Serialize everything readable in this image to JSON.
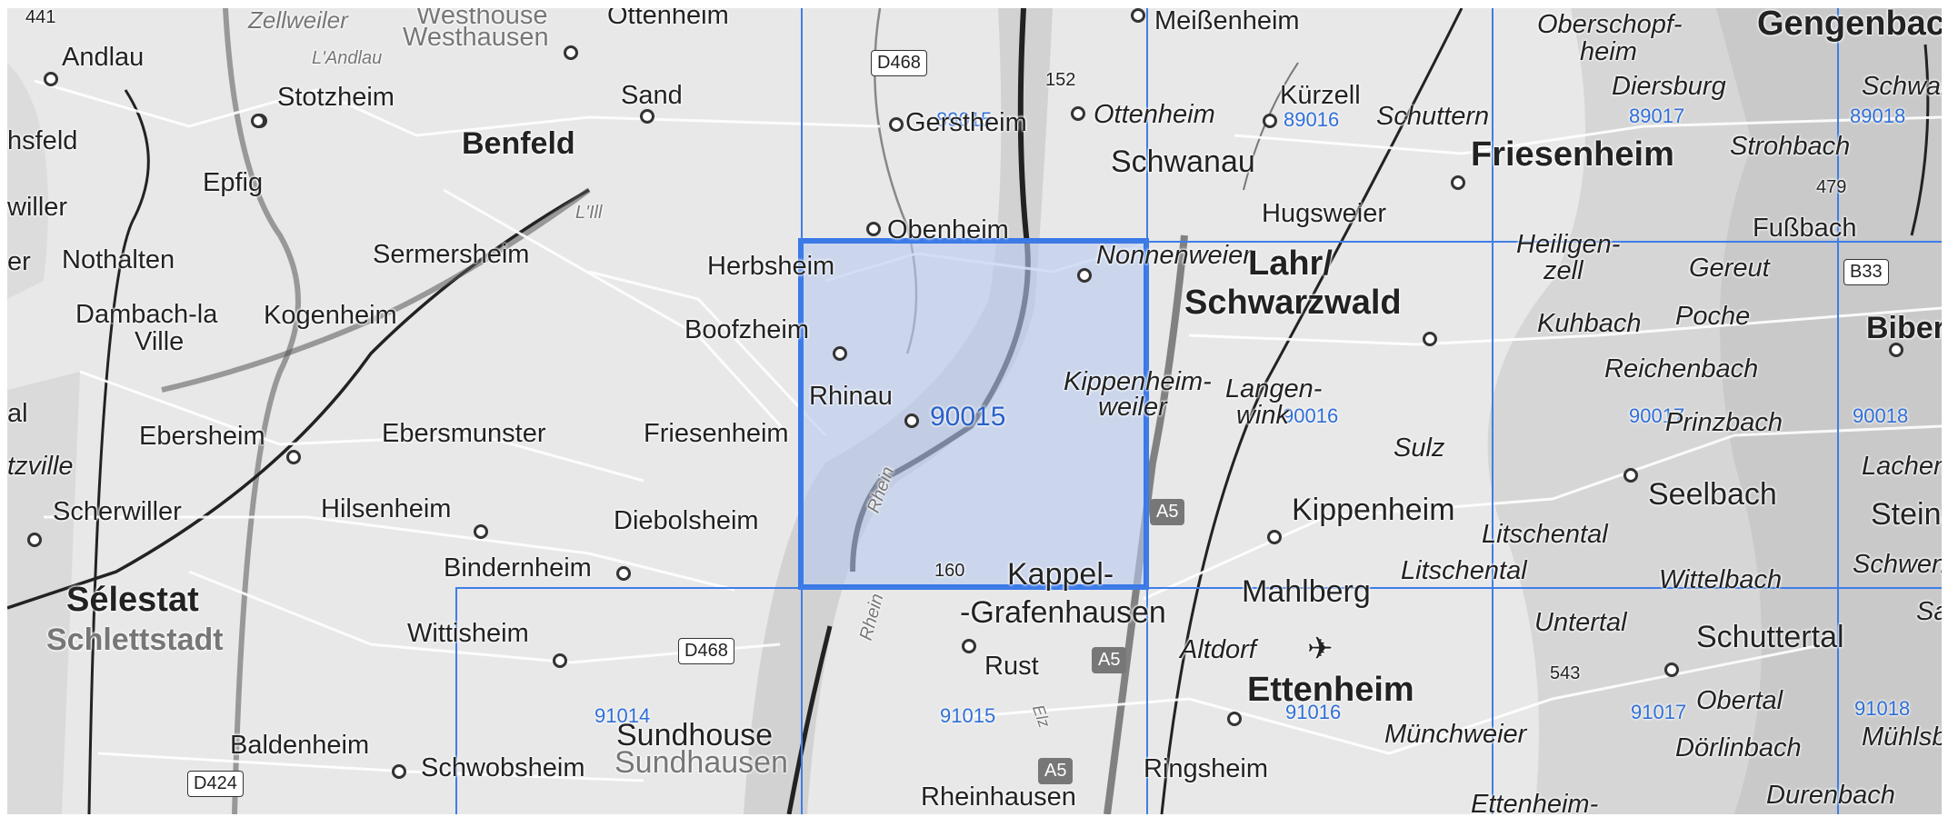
{
  "map": {
    "selected_tile": "90015",
    "colors": {
      "grid": "#3f7de6",
      "selection_fill": "#b7c9f0",
      "selection_border": "#3a78e8",
      "river": "#2b2b2b"
    },
    "grid_labels": {
      "t89015": "89015",
      "t89016": "89016",
      "t89017": "89017",
      "t89018": "89018",
      "t90015": "90015",
      "t90016": "90016",
      "t90017": "90017",
      "t90018": "90018",
      "t91014": "91014",
      "t91015": "91015",
      "t91016": "91016",
      "t91017": "91017",
      "t91018": "91018"
    },
    "roads": {
      "d468a": "D468",
      "d468b": "D468",
      "d424": "D424",
      "a5a": "A5",
      "a5b": "A5",
      "a5c": "A5",
      "b33": "B33"
    },
    "elevations": {
      "e152": "152",
      "e160": "160",
      "e543": "543",
      "e479": "479"
    },
    "places": {
      "p441": "441",
      "zellweiler": "Zellweiler",
      "westhouse": "Westhouse",
      "westhausen": "Westhausen",
      "ottenheim_top": "Ottenheim",
      "meissenheim": "Meißenheim",
      "oberschopf": "Oberschopf-",
      "heim": "heim",
      "gengenbach": "Gengenbac",
      "andlau": "Andlau",
      "landau": "L'Andlau",
      "stotzheim": "Stotzheim",
      "sand": "Sand",
      "gerstheim": "Gerstheim",
      "ottenheim": "Ottenheim",
      "kurzell": "Kürzell",
      "diersburg": "Diersburg",
      "schwaib": "Schwaib",
      "hsfeld": "hsfeld",
      "benfeld": "Benfeld",
      "schwanau": "Schwanau",
      "schuttern": "Schuttern",
      "friesenheim_de": "Friesenheim",
      "strohbach": "Strohbach",
      "epfig": "Epfig",
      "lill": "L'Ill",
      "willer": "willer",
      "hugsweier": "Hugsweier",
      "obenheim": "Obenheim",
      "heiligen": "Heiligen-",
      "zell": "zell",
      "fussbach": "Fußbach",
      "nothalten": "Nothalten",
      "er": "er",
      "sermersheim": "Sermersheim",
      "herbsheim": "Herbsheim",
      "nonnenweier": "Nonnenweier",
      "lahr1": "Lahr/",
      "lahr2": "Schwarzwald",
      "gereut": "Gereut",
      "dambach1": "Dambach-la",
      "dambach2": "Ville",
      "kogenheim": "Kogenheim",
      "boofzheim": "Boofzheim",
      "kuhbach": "Kuhbach",
      "poche": "Poche",
      "biberach": "Biberach",
      "reichenbach": "Reichenbach",
      "rhinau": "Rhinau",
      "kippenheimweiler1": "Kippenheim-",
      "kippenheimweiler2": "weiler",
      "langenwink1": "Langen-",
      "langenwink2": "wink",
      "prinzbach": "Prinzbach",
      "al": "al",
      "ebersheim": "Ebersheim",
      "ebersmunster": "Ebersmunster",
      "friesenheim_fr": "Friesenheim",
      "sulz": "Sulz",
      "lachen": "Lachen",
      "tzville": "tzville",
      "rhein1": "Rhein",
      "seelbach": "Seelbach",
      "scherwiller": "Scherwiller",
      "hilsenheim": "Hilsenheim",
      "diebolsheim": "Diebolsheim",
      "kippenheim": "Kippenheim",
      "steinac": "Steinac",
      "litschental1": "Litschental",
      "schwende": "Schwende",
      "bindernheim": "Bindernheim",
      "kappel": "Kappel-",
      "litschental2": "Litschental",
      "wittelbach": "Wittelbach",
      "mahlberg": "Mahlberg",
      "selestat": "Sélestat",
      "schlettstadt": "Schlettstadt",
      "grafenhausen": "-Grafenhausen",
      "untertal": "Untertal",
      "sa": "Sa",
      "wittisheim": "Wittisheim",
      "altdorf": "Altdorf",
      "schuttertal": "Schuttertal",
      "rust": "Rust",
      "rhein2": "Rhein",
      "ettenheim": "Ettenheim",
      "obertal": "Obertal",
      "sundhouse": "Sundhouse",
      "sundhausen": "Sundhausen",
      "muhlsb": "Mühlsb",
      "baldenheim": "Baldenheim",
      "munchweier": "Münchweier",
      "dorlinbach": "Dörlinbach",
      "schwobsheim": "Schwobsheim",
      "ringsheim": "Ringsheim",
      "durenbach": "Durenbach",
      "rheinhausen": "Rheinhausen",
      "ettenheimm": "Ettenheim-",
      "elz": "Elz"
    }
  }
}
